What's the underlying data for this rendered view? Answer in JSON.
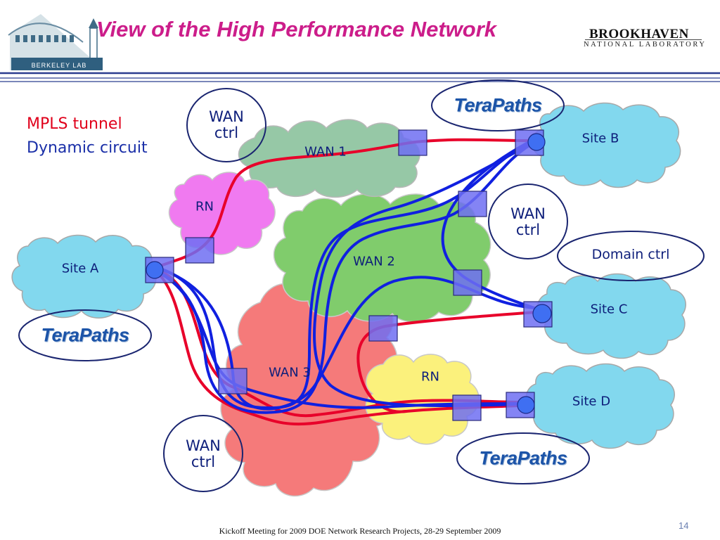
{
  "header": {
    "title": "View of the High Performance Network",
    "bnl_name": "BROOKHAVEN",
    "bnl_sub": "NATIONAL LABORATORY",
    "lbl_name": "BERKELEY LAB"
  },
  "legend": {
    "mpls": "MPLS tunnel",
    "dynamic": "Dynamic circuit"
  },
  "colors": {
    "title": "#cc1d8a",
    "mpls_tunnel": "#e8002a",
    "dynamic_circuit": "#1020e0",
    "site_cloud": "#82d8ee",
    "wan1_cloud": "#96c8a6",
    "wan2_cloud": "#80cc6c",
    "wan3_cloud": "#f57a7a",
    "rn_pink_cloud": "#f07af0",
    "rn_yellow_cloud": "#fbf17c",
    "router": "#6f6ff2"
  },
  "nodes": {
    "site_a": "Site A",
    "site_b": "Site B",
    "site_c": "Site C",
    "site_d": "Site D",
    "wan1": "WAN 1",
    "wan2": "WAN 2",
    "wan3": "WAN 3",
    "rn_top": "RN",
    "rn_bottom": "RN"
  },
  "controllers": {
    "wan_ctrl_1": "WAN\nctrl",
    "wan_ctrl_2": "WAN\nctrl",
    "wan_ctrl_3": "WAN\nctrl",
    "domain_ctrl": "Domain ctrl"
  },
  "terapaths": {
    "tp_top": "TeraPaths",
    "tp_left": "TeraPaths",
    "tp_bottom": "TeraPaths"
  },
  "footer": {
    "text": "Kickoff Meeting for 2009 DOE Network Research Projects, 28-29 September 2009",
    "page": "14"
  }
}
